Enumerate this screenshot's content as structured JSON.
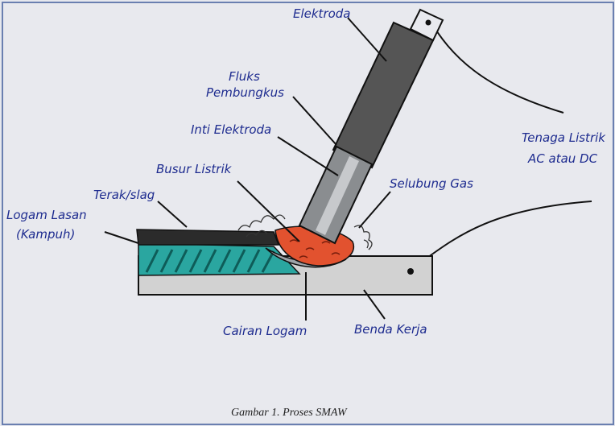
{
  "labels": {
    "elektroda": "Elektroda",
    "fluks_line1": "Fluks",
    "fluks_line2": "Pembungkus",
    "inti_elektroda": "Inti Elektroda",
    "busur_listrik": "Busur Listrik",
    "selubung_gas": "Selubung Gas",
    "terak_slag": "Terak/slag",
    "logam_lasan_line1": "Logam Lasan",
    "logam_lasan_line2": "(Kampuh)",
    "tenaga_line1": "Tenaga Listrik",
    "tenaga_line2": "AC atau DC",
    "cairan_logam": "Cairan Logam",
    "benda_kerja": "Benda Kerja"
  },
  "caption": "Gambar 1.  Proses SMAW",
  "colors": {
    "label_text": "#1d2b8f",
    "weld_metal": "#2aa6a0",
    "slag": "#2b2b2b",
    "arc": "#e2522f",
    "electrode_coating": "#555555",
    "workpiece": "#d2d2d2"
  }
}
